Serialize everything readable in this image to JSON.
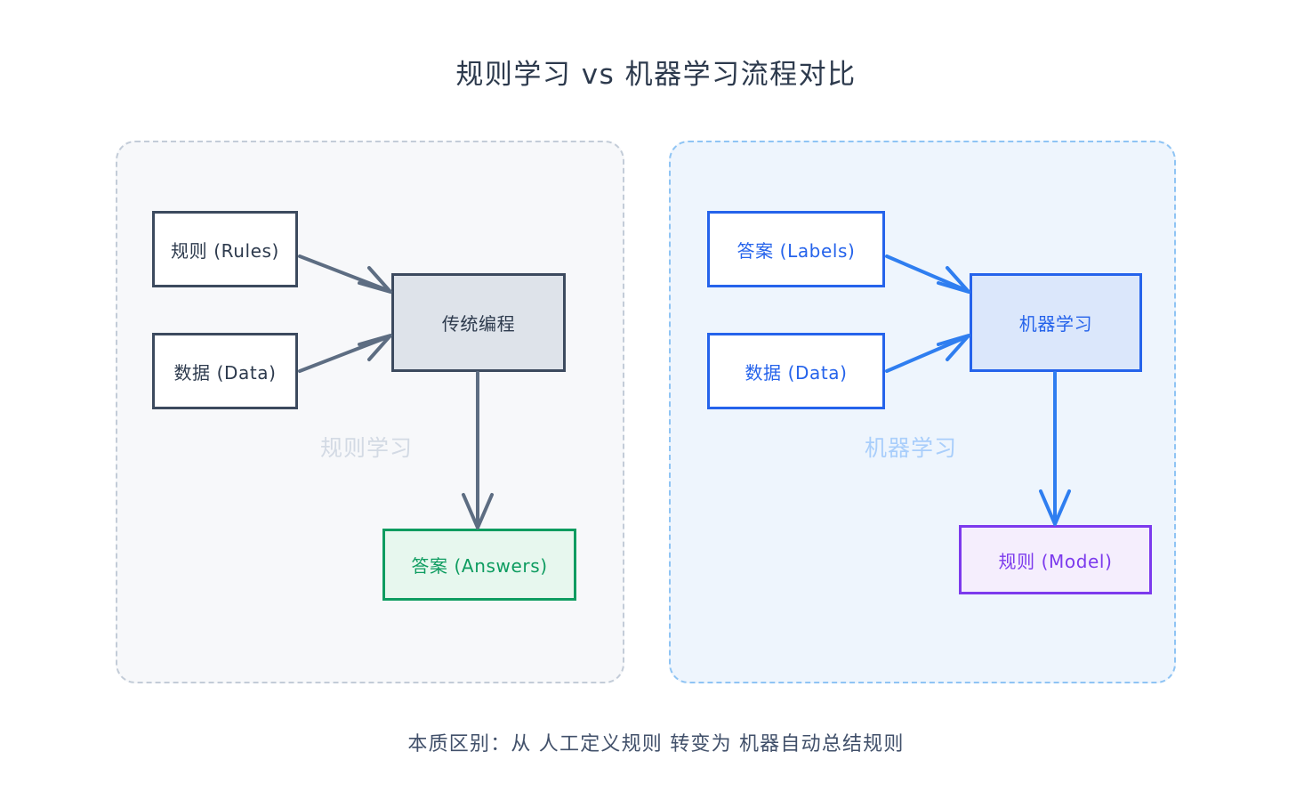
{
  "title": "规则学习 vs 机器学习流程对比",
  "caption": "本质区别：从 人工定义规则 转变为 机器自动总结规则",
  "colors": {
    "title_text": "#2d3a4d",
    "caption_text": "#41506a",
    "left_panel_fill": "#f7f8fa",
    "left_panel_border": "#c3ccd8",
    "left_panel_label": "#d3dae4",
    "right_panel_fill": "#eef5fd",
    "right_panel_border": "#8fc4f4",
    "right_panel_label": "#a9cefb",
    "slate_node_border": "#3c4a5e",
    "slate_node_text": "#2d3a4d",
    "process_fill_left": "#dee3ea",
    "blue": "#2563eb",
    "blue_fill": "#dbe7fb",
    "green": "#0e9c60",
    "green_fill": "#e7f7ee",
    "purple": "#7c3aed",
    "purple_fill": "#f5eefd",
    "arrow_slate": "#5d6d82",
    "arrow_blue": "#2f7ef0"
  },
  "panels": [
    {
      "id": "rule-learning",
      "label": "规则学习",
      "nodes": [
        {
          "id": "rules",
          "label": "规则 (Rules)"
        },
        {
          "id": "data-left",
          "label": "数据 (Data)"
        },
        {
          "id": "traditional",
          "label": "传统编程"
        },
        {
          "id": "answers",
          "label": "答案 (Answers)"
        }
      ],
      "edges": [
        {
          "from": "rules",
          "to": "traditional"
        },
        {
          "from": "data-left",
          "to": "traditional"
        },
        {
          "from": "traditional",
          "to": "answers"
        }
      ]
    },
    {
      "id": "machine-learning",
      "label": "机器学习",
      "nodes": [
        {
          "id": "labels",
          "label": "答案 (Labels)"
        },
        {
          "id": "data-right",
          "label": "数据 (Data)"
        },
        {
          "id": "ml",
          "label": "机器学习"
        },
        {
          "id": "model",
          "label": "规则 (Model)"
        }
      ],
      "edges": [
        {
          "from": "labels",
          "to": "ml"
        },
        {
          "from": "data-right",
          "to": "ml"
        },
        {
          "from": "ml",
          "to": "model"
        }
      ]
    }
  ]
}
